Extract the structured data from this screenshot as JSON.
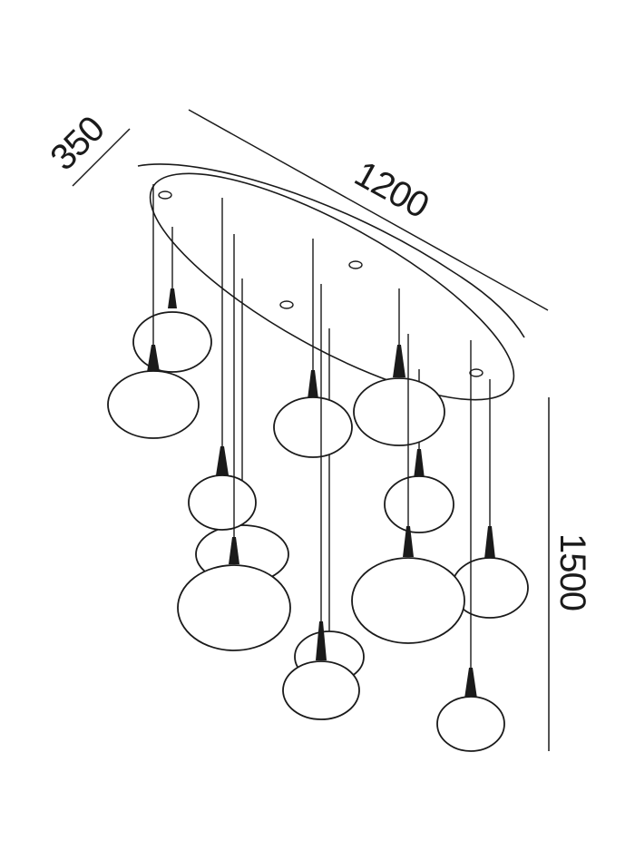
{
  "dimensions": {
    "depth": "350",
    "length": "1200",
    "height": "1500"
  },
  "colors": {
    "line": "#1a1a1a",
    "background": "#ffffff"
  }
}
